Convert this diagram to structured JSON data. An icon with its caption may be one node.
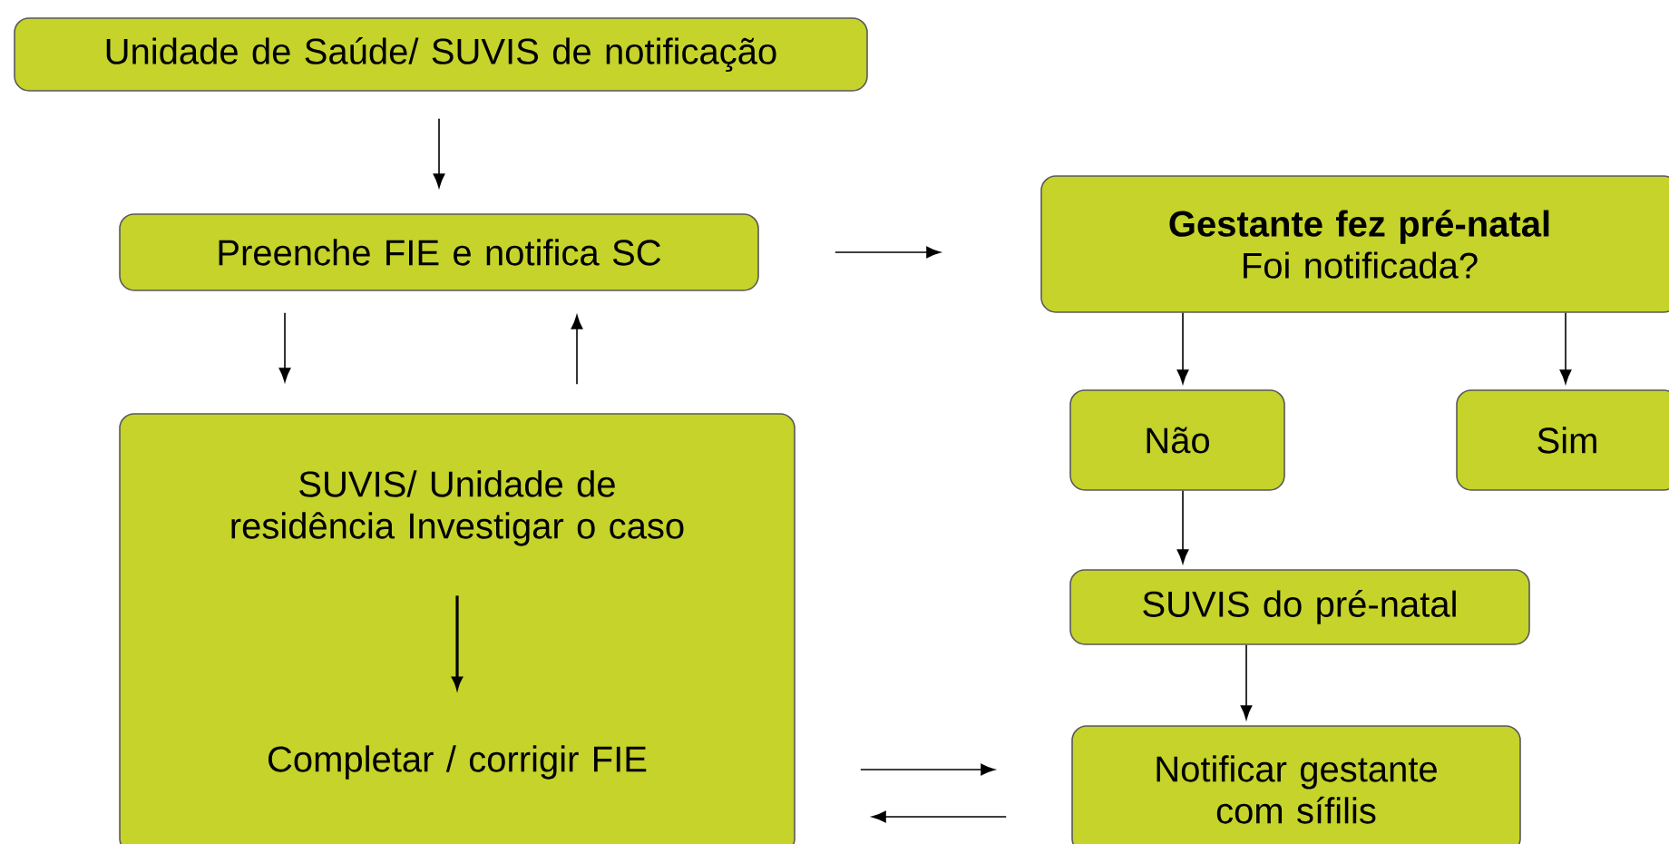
{
  "diagram": {
    "nodes": [
      {
        "text": [
          "Unidade de Saúde/ SUVIS de notificação"
        ]
      },
      {
        "text": [
          "Preenche FIE e notifica SC"
        ]
      },
      {
        "text": [],
        "shape": "box"
      },
      {
        "text": [
          "SUVIS/ Unidade de residência Investigar o caso"
        ],
        "in": 2
      },
      {
        "text": [
          "Completar / corrigir FIE"
        ],
        "in": 2
      },
      {
        "text": [
          "Gestante fez pré-natal",
          "Foi notificada?"
        ]
      },
      {
        "text": [
          "Não"
        ]
      },
      {
        "text": [
          "Sim"
        ]
      },
      {
        "text": [
          "SUVIS do pré-natal"
        ]
      },
      {
        "text": [
          "Notificar gestante com sífilis"
        ]
      }
    ],
    "edges": [
      {
        "from": 0,
        "to": 1,
        "arrow": "to"
      },
      {
        "from": 1,
        "to": 2,
        "arrow": "to"
      },
      {
        "from": 2,
        "to": 1,
        "arrow": "to"
      },
      {
        "from": 3,
        "to": 4,
        "arrow": "to"
      },
      {
        "from": 1,
        "to": 5,
        "arrow": "to"
      },
      {
        "from": 5,
        "to": 6,
        "arrow": "to"
      },
      {
        "from": 5,
        "to": 7,
        "arrow": "to"
      },
      {
        "from": 6,
        "to": 8,
        "arrow": "to"
      },
      {
        "from": 8,
        "to": 9,
        "arrow": "to"
      },
      {
        "from": 2,
        "to": 9,
        "arrow": "to"
      },
      {
        "from": 9,
        "to": 2,
        "arrow": "to"
      }
    ]
  }
}
